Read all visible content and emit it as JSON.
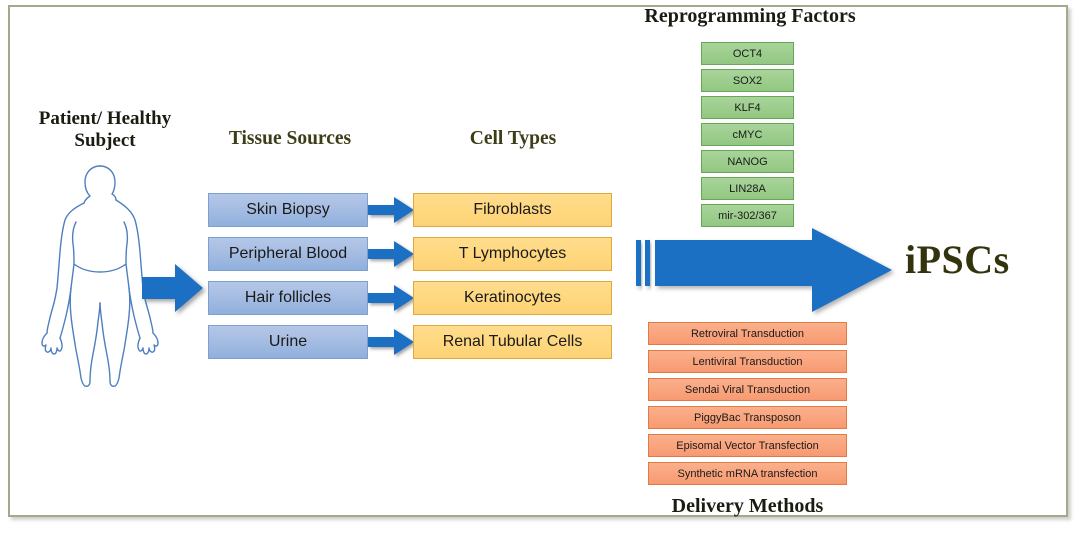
{
  "figure": {
    "patient_title": "Patient/ Healthy\nSubject",
    "patient_title_line1": "Patient/ Healthy",
    "patient_title_line2": "Subject",
    "tissue_sources_title": "Tissue Sources",
    "cell_types_title": "Cell Types",
    "reprogramming_factors_title": "Reprogramming Factors",
    "delivery_methods_title": "Delivery Methods",
    "output_label": "iPSCs"
  },
  "colors": {
    "frame_border": "#a3a98c",
    "arrow_blue": "#1f6fc4",
    "tissue_box_fill": "#a6bde2",
    "tissue_box_border": "#7f9fd0",
    "cell_box_fill": "#ffd87f",
    "cell_box_border": "#e0a93a",
    "factor_box_fill": "#9ccd8c",
    "factor_box_border": "#67a757",
    "delivery_box_fill": "#f9a47d",
    "delivery_box_border": "#e07b45",
    "heading_olive": "#3d3d1a",
    "heading_dark": "#1b1b12",
    "ipsc_text": "#33330d",
    "silhouette_outline": "#4f7fbf"
  },
  "tissue_sources": [
    {
      "label": "Skin Biopsy"
    },
    {
      "label": "Peripheral Blood"
    },
    {
      "label": "Hair follicles"
    },
    {
      "label": "Urine"
    }
  ],
  "cell_types": [
    {
      "label": "Fibroblasts"
    },
    {
      "label": "T Lymphocytes"
    },
    {
      "label": "Keratinocytes"
    },
    {
      "label": "Renal Tubular Cells"
    }
  ],
  "reprogramming_factors": [
    {
      "label": "OCT4"
    },
    {
      "label": "SOX2"
    },
    {
      "label": "KLF4"
    },
    {
      "label": "cMYC"
    },
    {
      "label": "NANOG"
    },
    {
      "label": "LIN28A"
    },
    {
      "label": "mir-302/367"
    }
  ],
  "delivery_methods": [
    {
      "label": "Retroviral Transduction"
    },
    {
      "label": "Lentiviral Transduction"
    },
    {
      "label": "Sendai Viral Transduction"
    },
    {
      "label": "PiggyBac Transposon"
    },
    {
      "label": "Episomal Vector Transfection"
    },
    {
      "label": "Synthetic mRNA transfection"
    }
  ]
}
